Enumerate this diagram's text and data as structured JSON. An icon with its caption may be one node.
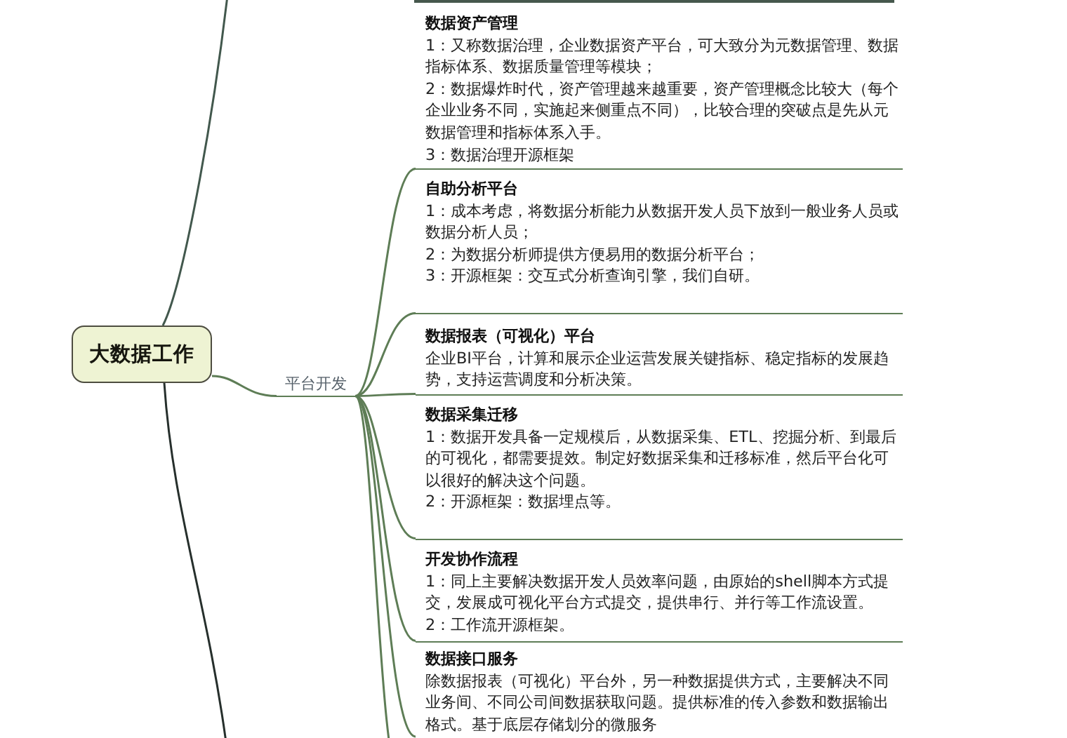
{
  "diagram": {
    "nodes": [
      {
        "text": [
          "大数据工作"
        ]
      },
      {
        "text": [
          "平台开发"
        ]
      },
      {
        "text": [
          "数据资产管理",
          "1：又称数据治理，企业数据资产平台，可大致分为元数据管理、数据指标体系、数据质量管理等模块；",
          "2：数据爆炸时代，资产管理越来越重要，资产管理概念比较大（每个企业业务不同，实施起来侧重点不同），比较合理的突破点是先从元数据管理和指标体系入手。",
          "3：数据治理开源框架"
        ]
      },
      {
        "text": [
          "自助分析平台",
          "1：成本考虑，将数据分析能力从数据开发人员下放到一般业务人员或数据分析人员；",
          "2：为数据分析师提供方便易用的数据分析平台；",
          "3：开源框架：交互式分析查询引擎，我们自研。"
        ]
      },
      {
        "text": [
          "数据报表（可视化）平台",
          "企业BI平台，计算和展示企业运营发展关键指标、稳定指标的发展趋势，支持运营调度和分析决策。"
        ]
      },
      {
        "text": [
          "数据采集迁移",
          "1：数据开发具备一定规模后，从数据采集、ETL、挖掘分析、到最后的可视化，都需要提效。制定好数据采集和迁移标准，然后平台化可以很好的解决这个问题。",
          "2：开源框架：数据埋点等。"
        ]
      },
      {
        "text": [
          "开发协作流程",
          "1：同上主要解决数据开发人员效率问题，由原始的shell脚本方式提交，发展成可视化平台方式提交，提供串行、并行等工作流设置。",
          "2：工作流开源框架。"
        ]
      },
      {
        "text": [
          "数据接口服务",
          "除数据报表（可视化）平台外，另一种数据提供方式，主要解决不同业务间、不同公司间数据获取问题。提供标准的传入参数和数据输出格式。基于底层存储划分的微服务"
        ]
      }
    ],
    "edges": [
      {
        "from": 0,
        "to": 1,
        "arrow": "none"
      },
      {
        "from": 1,
        "to": 2,
        "arrow": "none"
      },
      {
        "from": 1,
        "to": 3,
        "arrow": "none"
      },
      {
        "from": 1,
        "to": 4,
        "arrow": "none"
      },
      {
        "from": 1,
        "to": 5,
        "arrow": "none"
      },
      {
        "from": 1,
        "to": 6,
        "arrow": "none"
      },
      {
        "from": 1,
        "to": 7,
        "arrow": "none"
      },
      {
        "from": 1,
        "to": null,
        "arrow": "none"
      },
      {
        "from": 0,
        "to": null,
        "arrow": "none",
        "color": "#42584d"
      },
      {
        "from": 0,
        "to": null,
        "arrow": "none",
        "color": "#262f2c"
      }
    ]
  }
}
